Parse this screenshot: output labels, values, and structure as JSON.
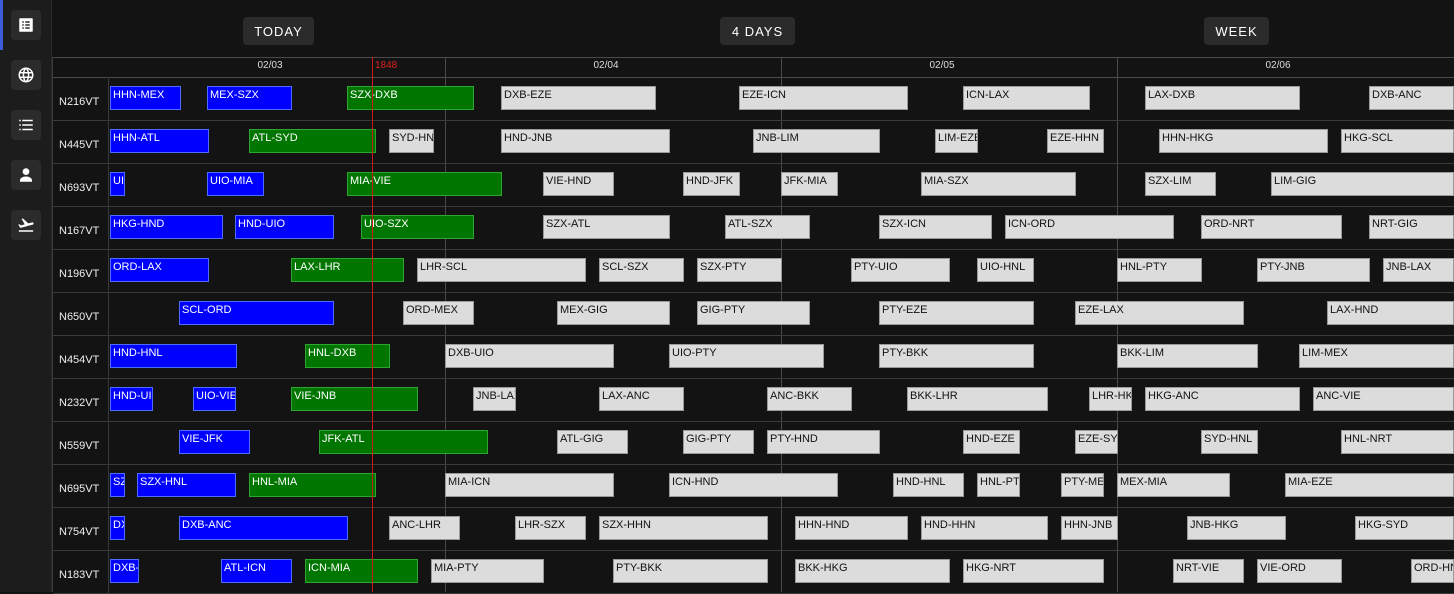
{
  "sidebar": {
    "items": [
      {
        "name": "list-box-icon"
      },
      {
        "name": "globe-icon"
      },
      {
        "name": "list-icon"
      },
      {
        "name": "person-icon"
      },
      {
        "name": "plane-icon"
      }
    ]
  },
  "toolbar": {
    "today_label": "TODAY",
    "four_days_label": "4 DAYS",
    "week_label": "WEEK"
  },
  "timeline": {
    "dates": [
      "02/03",
      "02/04",
      "02/05",
      "02/06"
    ],
    "now_label": "1848",
    "colors": {
      "completed": "#0000ff",
      "in_flight": "#007500",
      "scheduled": "#dcdcdc",
      "now_marker": "#cc1a1a"
    }
  },
  "rows": [
    {
      "tail": "N216VT",
      "flights": [
        [
          "HHN-MEX",
          "done"
        ],
        [
          "MEX-SZX",
          "done"
        ],
        [
          "SZX-DXB",
          "active"
        ],
        [
          "DXB-EZE",
          "future"
        ],
        [
          "EZE-ICN",
          "future"
        ],
        [
          "ICN-LAX",
          "future"
        ],
        [
          "LAX-DXB",
          "future"
        ],
        [
          "DXB-ANC",
          "future"
        ]
      ]
    },
    {
      "tail": "N445VT",
      "flights": [
        [
          "HHN-ATL",
          "done"
        ],
        [
          "ATL-SYD",
          "active"
        ],
        [
          "SYD-HND",
          "future"
        ],
        [
          "HND-JNB",
          "future"
        ],
        [
          "JNB-LIM",
          "future"
        ],
        [
          "LIM-EZE",
          "future"
        ],
        [
          "EZE-HHN",
          "future"
        ],
        [
          "HHN-HKG",
          "future"
        ],
        [
          "HKG-SCL",
          "future"
        ]
      ]
    },
    {
      "tail": "N693VT",
      "flights": [
        [
          "UIO",
          "done"
        ],
        [
          "UIO-MIA",
          "done"
        ],
        [
          "MIA-VIE",
          "active"
        ],
        [
          "VIE-HND",
          "future"
        ],
        [
          "HND-JFK",
          "future"
        ],
        [
          "JFK-MIA",
          "future"
        ],
        [
          "MIA-SZX",
          "future"
        ],
        [
          "SZX-LIM",
          "future"
        ],
        [
          "LIM-GIG",
          "future"
        ]
      ]
    },
    {
      "tail": "N167VT",
      "flights": [
        [
          "HKG-HND",
          "done"
        ],
        [
          "HND-UIO",
          "done"
        ],
        [
          "UIO-SZX",
          "active"
        ],
        [
          "SZX-ATL",
          "future"
        ],
        [
          "ATL-SZX",
          "future"
        ],
        [
          "SZX-ICN",
          "future"
        ],
        [
          "ICN-ORD",
          "future"
        ],
        [
          "ORD-NRT",
          "future"
        ],
        [
          "NRT-GIG",
          "future"
        ]
      ]
    },
    {
      "tail": "N196VT",
      "flights": [
        [
          "ORD-LAX",
          "done"
        ],
        [
          "LAX-LHR",
          "active"
        ],
        [
          "LHR-SCL",
          "future"
        ],
        [
          "SCL-SZX",
          "future"
        ],
        [
          "SZX-PTY",
          "future"
        ],
        [
          "PTY-UIO",
          "future"
        ],
        [
          "UIO-HNL",
          "future"
        ],
        [
          "HNL-PTY",
          "future"
        ],
        [
          "PTY-JNB",
          "future"
        ],
        [
          "JNB-LAX",
          "future"
        ]
      ]
    },
    {
      "tail": "N650VT",
      "flights": [
        [
          "SCL-ORD",
          "done"
        ],
        [
          "ORD-MEX",
          "future"
        ],
        [
          "MEX-GIG",
          "future"
        ],
        [
          "GIG-PTY",
          "future"
        ],
        [
          "PTY-EZE",
          "future"
        ],
        [
          "EZE-LAX",
          "future"
        ],
        [
          "LAX-HND",
          "future"
        ]
      ]
    },
    {
      "tail": "N454VT",
      "flights": [
        [
          "HND-HNL",
          "done"
        ],
        [
          "HNL-DXB",
          "active"
        ],
        [
          "DXB-UIO",
          "future"
        ],
        [
          "UIO-PTY",
          "future"
        ],
        [
          "PTY-BKK",
          "future"
        ],
        [
          "BKK-LIM",
          "future"
        ],
        [
          "LIM-MEX",
          "future"
        ]
      ]
    },
    {
      "tail": "N232VT",
      "flights": [
        [
          "HND-UIO",
          "done"
        ],
        [
          "UIO-VIE",
          "done"
        ],
        [
          "VIE-JNB",
          "active"
        ],
        [
          "JNB-LAX",
          "future"
        ],
        [
          "LAX-ANC",
          "future"
        ],
        [
          "ANC-BKK",
          "future"
        ],
        [
          "BKK-LHR",
          "future"
        ],
        [
          "LHR-HKG",
          "future"
        ],
        [
          "HKG-ANC",
          "future"
        ],
        [
          "ANC-VIE",
          "future"
        ]
      ]
    },
    {
      "tail": "N559VT",
      "flights": [
        [
          "VIE-JFK",
          "done"
        ],
        [
          "JFK-ATL",
          "active"
        ],
        [
          "ATL-GIG",
          "future"
        ],
        [
          "GIG-PTY",
          "future"
        ],
        [
          "PTY-HND",
          "future"
        ],
        [
          "HND-EZE",
          "future"
        ],
        [
          "EZE-SYD",
          "future"
        ],
        [
          "SYD-HNL",
          "future"
        ],
        [
          "HNL-NRT",
          "future"
        ]
      ]
    },
    {
      "tail": "N695VT",
      "flights": [
        [
          "SZX",
          "done"
        ],
        [
          "SZX-HNL",
          "done"
        ],
        [
          "HNL-MIA",
          "active"
        ],
        [
          "MIA-ICN",
          "future"
        ],
        [
          "ICN-HND",
          "future"
        ],
        [
          "HND-HNL",
          "future"
        ],
        [
          "HNL-PTY",
          "future"
        ],
        [
          "PTY-MEX",
          "future"
        ],
        [
          "MEX-MIA",
          "future"
        ],
        [
          "MIA-EZE",
          "future"
        ]
      ]
    },
    {
      "tail": "N754VT",
      "flights": [
        [
          "DXB",
          "done"
        ],
        [
          "DXB-ANC",
          "done"
        ],
        [
          "ANC-LHR",
          "future"
        ],
        [
          "LHR-SZX",
          "future"
        ],
        [
          "SZX-HHN",
          "future"
        ],
        [
          "HHN-HND",
          "future"
        ],
        [
          "HND-HHN",
          "future"
        ],
        [
          "HHN-JNB",
          "future"
        ],
        [
          "JNB-HKG",
          "future"
        ],
        [
          "HKG-SYD",
          "future"
        ]
      ]
    },
    {
      "tail": "N183VT",
      "flights": [
        [
          "DXB-ATL",
          "done"
        ],
        [
          "ATL-ICN",
          "done"
        ],
        [
          "ICN-MIA",
          "active"
        ],
        [
          "MIA-PTY",
          "future"
        ],
        [
          "PTY-BKK",
          "future"
        ],
        [
          "BKK-HKG",
          "future"
        ],
        [
          "HKG-NRT",
          "future"
        ],
        [
          "NRT-VIE",
          "future"
        ],
        [
          "VIE-ORD",
          "future"
        ],
        [
          "ORD-HND",
          "future"
        ]
      ]
    }
  ]
}
